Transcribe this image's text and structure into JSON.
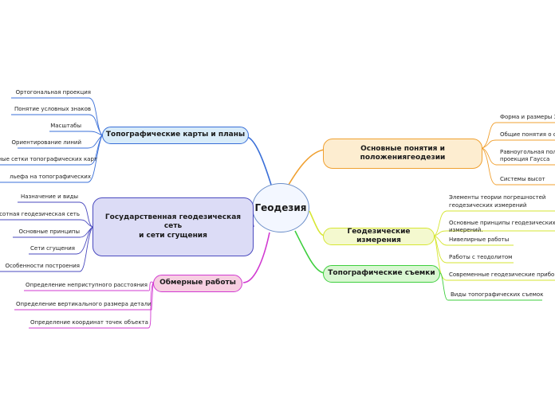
{
  "center": {
    "label": "Геодезия"
  },
  "branches": {
    "topo_maps": {
      "label": "Топографические карты и планы",
      "color": "#3a6fd8",
      "items": [
        "Ортогональная проекция",
        "Понятие условных знаков",
        "Масштабы",
        "Ориентирование линий",
        "ные сетки топографических карт",
        "льефа на топографических"
      ]
    },
    "state_net": {
      "label_line1": "Государственная геодезическая",
      "label_line2": "сеть",
      "label_line3": "и сети сгущения",
      "color": "#4a4abf",
      "items": [
        "Назначение и виды",
        "высотная геодезическая сеть",
        "Основные принципы",
        "Сети сгущения",
        "Особенности построения"
      ]
    },
    "measure_work": {
      "label": "Обмерные работы",
      "color": "#d13ad1",
      "items": [
        "Определение неприступного расстояния",
        "Определение вертикального размера детали",
        "Определение координат точек объекта"
      ]
    },
    "basics": {
      "label_line1": "Основные понятия и",
      "label_line2": "положениягеодезии",
      "color": "#f0a030",
      "items": [
        "Форма и размеры З",
        "Общие понятия о с",
        "Равноугольная пол",
        "проекция Гаусса",
        "Системы высот"
      ]
    },
    "geo_meas": {
      "label": "Геодезические измерения",
      "color": "#d6e632",
      "items": [
        "Элементы теории погрешностей",
        "геодезических измерений",
        "Основные принципы геодезических",
        "измерений.",
        "Нивелирные работы",
        "Работы с теодолитом",
        "Современные геодезические прибо"
      ]
    },
    "topo_survey": {
      "label": "Топографические съемки",
      "color": "#3ecf3e",
      "items": [
        "Виды топографических съемок"
      ]
    }
  }
}
